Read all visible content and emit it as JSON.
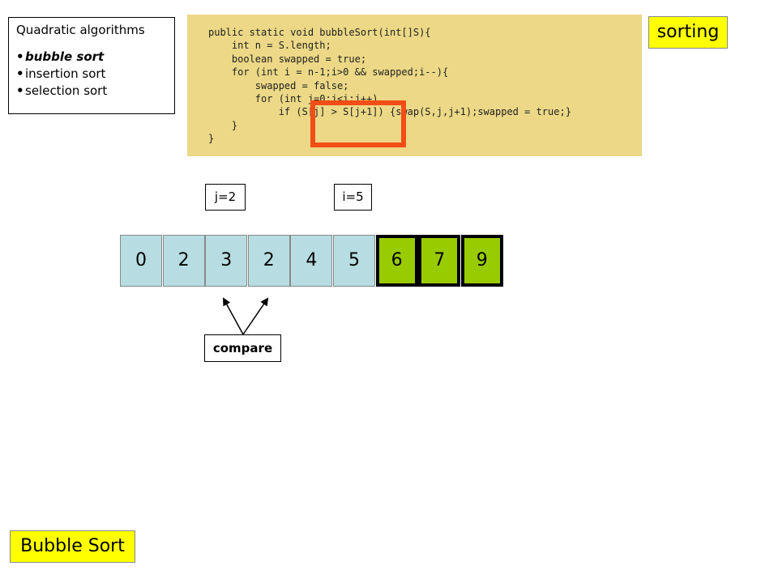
{
  "topics": {
    "heading": "Quadratic algorithms",
    "bullet": "•",
    "items": [
      {
        "label": "bubble sort"
      },
      {
        "label": "insertion sort"
      },
      {
        "label": "selection sort"
      }
    ]
  },
  "code": {
    "lines": [
      "public static void bubbleSort(int[]S){",
      "    int n = S.length;",
      "    boolean swapped = true;",
      "    for (int i = n-1;i>0 && swapped;i--){",
      "        swapped = false;",
      "        for (int j=0;j<i;j++)",
      "            if (S[j] > S[j+1]) {swap(S,j,j+1);swapped = true;}",
      "    }",
      "}"
    ]
  },
  "tag": "sorting",
  "vars": {
    "j": "j=2",
    "i": "i=5"
  },
  "array": [
    {
      "value": "0",
      "sorted": false
    },
    {
      "value": "2",
      "sorted": false
    },
    {
      "value": "3",
      "sorted": false
    },
    {
      "value": "2",
      "sorted": false
    },
    {
      "value": "4",
      "sorted": false
    },
    {
      "value": "5",
      "sorted": false
    },
    {
      "value": "6",
      "sorted": true
    },
    {
      "value": "7",
      "sorted": true
    },
    {
      "value": "9",
      "sorted": true
    }
  ],
  "compare_label": "compare",
  "title": "Bubble Sort",
  "colors": {
    "code_bg": "#ecd886",
    "highlight": "#f34d17",
    "cell": "#b7dde2",
    "sorted_cell": "#99cc00",
    "label_bg": "#ffff00"
  }
}
